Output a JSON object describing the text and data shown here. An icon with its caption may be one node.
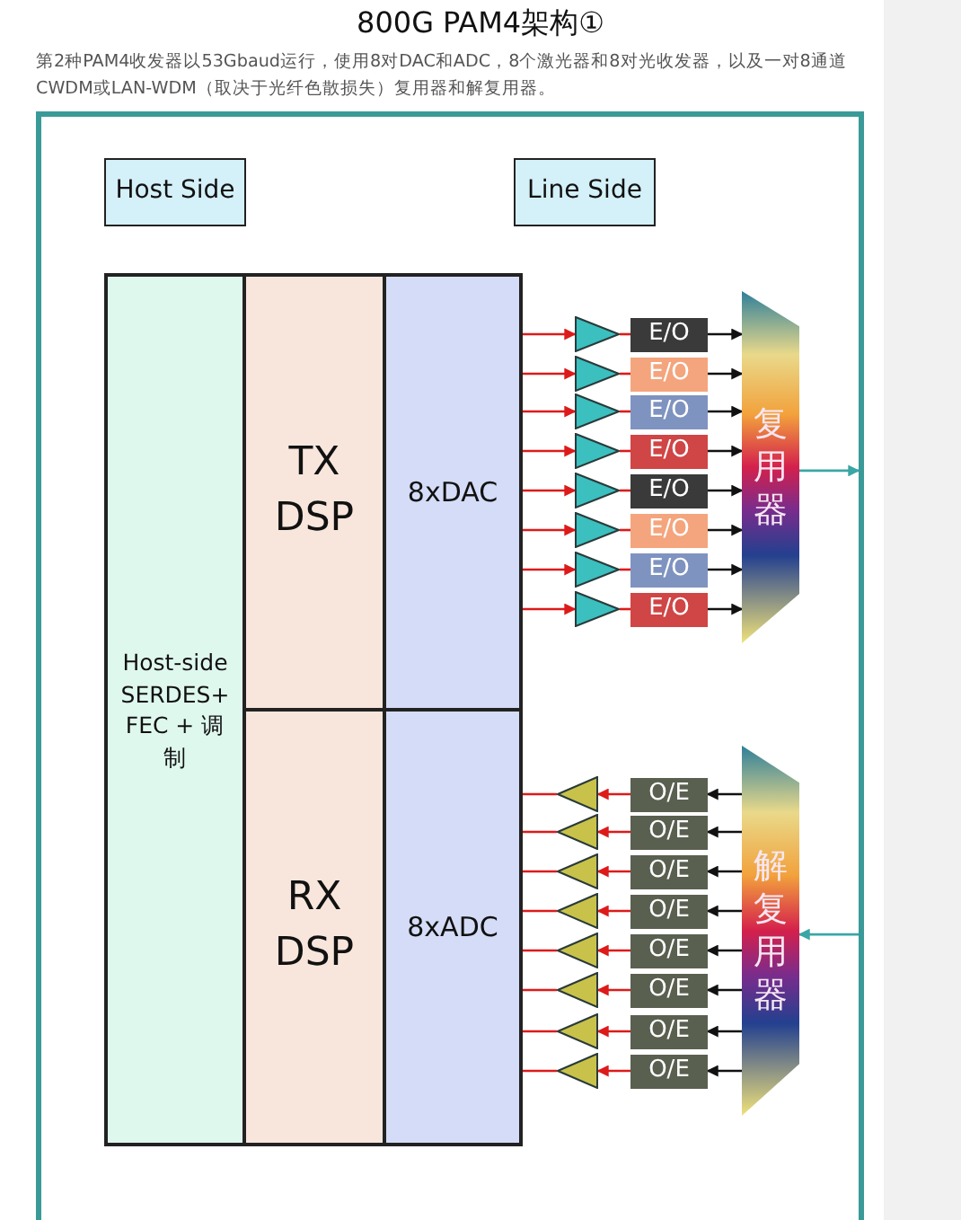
{
  "diagram": {
    "title": "800G PAM4架构①",
    "caption": "第2种PAM4收发器以53Gbaud运行，使用8对DAC和ADC，8个激光器和8对光收发器，以及一对8通道CWDM或LAN-WDM（取决于光纤色散损失）复用器和解复用器。",
    "nodes": [
      {
        "text": [
          "Host Side"
        ]
      },
      {
        "text": [
          "Line Side"
        ]
      },
      {
        "text": [
          "Host-side SERDES+ FEC + 调制"
        ]
      },
      {
        "text": [
          "TX DSP"
        ]
      },
      {
        "text": [
          "8xDAC"
        ]
      },
      {
        "text": [
          "RX DSP"
        ]
      },
      {
        "text": [
          "8xADC"
        ]
      },
      {
        "text": [],
        "shape": "triangle"
      },
      {
        "text": [],
        "shape": "triangle"
      },
      {
        "text": [],
        "shape": "triangle"
      },
      {
        "text": [],
        "shape": "triangle"
      },
      {
        "text": [],
        "shape": "triangle"
      },
      {
        "text": [],
        "shape": "triangle"
      },
      {
        "text": [],
        "shape": "triangle"
      },
      {
        "text": [],
        "shape": "triangle"
      },
      {
        "text": [
          "E/O"
        ]
      },
      {
        "text": [
          "E/O"
        ]
      },
      {
        "text": [
          "E/O"
        ]
      },
      {
        "text": [
          "E/O"
        ]
      },
      {
        "text": [
          "E/O"
        ]
      },
      {
        "text": [
          "E/O"
        ]
      },
      {
        "text": [
          "E/O"
        ]
      },
      {
        "text": [
          "E/O"
        ]
      },
      {
        "text": [
          "复用器"
        ]
      },
      {
        "text": [],
        "shape": "triangle"
      },
      {
        "text": [],
        "shape": "triangle"
      },
      {
        "text": [],
        "shape": "triangle"
      },
      {
        "text": [],
        "shape": "triangle"
      },
      {
        "text": [],
        "shape": "triangle"
      },
      {
        "text": [],
        "shape": "triangle"
      },
      {
        "text": [],
        "shape": "triangle"
      },
      {
        "text": [],
        "shape": "triangle"
      },
      {
        "text": [
          "O/E"
        ]
      },
      {
        "text": [
          "O/E"
        ]
      },
      {
        "text": [
          "O/E"
        ]
      },
      {
        "text": [
          "O/E"
        ]
      },
      {
        "text": [
          "O/E"
        ]
      },
      {
        "text": [
          "O/E"
        ]
      },
      {
        "text": [
          "O/E"
        ]
      },
      {
        "text": [
          "O/E"
        ]
      },
      {
        "text": [
          "解复用器"
        ]
      }
    ],
    "edges": [
      {
        "from": 4,
        "to": 7,
        "arrow": "to"
      },
      {
        "from": 4,
        "to": 8,
        "arrow": "to"
      },
      {
        "from": 4,
        "to": 9,
        "arrow": "to"
      },
      {
        "from": 4,
        "to": 10,
        "arrow": "to"
      },
      {
        "from": 4,
        "to": 11,
        "arrow": "to"
      },
      {
        "from": 4,
        "to": 12,
        "arrow": "to"
      },
      {
        "from": 4,
        "to": 13,
        "arrow": "to"
      },
      {
        "from": 4,
        "to": 14,
        "arrow": "to"
      },
      {
        "from": 7,
        "to": 15,
        "arrow": "none"
      },
      {
        "from": 8,
        "to": 16,
        "arrow": "none"
      },
      {
        "from": 9,
        "to": 17,
        "arrow": "none"
      },
      {
        "from": 10,
        "to": 18,
        "arrow": "none"
      },
      {
        "from": 11,
        "to": 19,
        "arrow": "none"
      },
      {
        "from": 12,
        "to": 20,
        "arrow": "none"
      },
      {
        "from": 13,
        "to": 21,
        "arrow": "none"
      },
      {
        "from": 14,
        "to": 22,
        "arrow": "none"
      },
      {
        "from": 15,
        "to": 23,
        "arrow": "to",
        "color": "#111111"
      },
      {
        "from": 16,
        "to": 23,
        "arrow": "to",
        "color": "#111111"
      },
      {
        "from": 17,
        "to": 23,
        "arrow": "to",
        "color": "#111111"
      },
      {
        "from": 18,
        "to": 23,
        "arrow": "to",
        "color": "#111111"
      },
      {
        "from": 19,
        "to": 23,
        "arrow": "to",
        "color": "#111111"
      },
      {
        "from": 20,
        "to": 23,
        "arrow": "to",
        "color": "#111111"
      },
      {
        "from": 21,
        "to": 23,
        "arrow": "to",
        "color": "#111111"
      },
      {
        "from": 22,
        "to": 23,
        "arrow": "to",
        "color": "#111111"
      },
      {
        "from": 23,
        "to": null,
        "arrow": "to",
        "color": "#3aa6a6"
      },
      {
        "from": null,
        "to": 40,
        "arrow": "to",
        "color": "#3aa6a6"
      },
      {
        "from": 40,
        "to": 32,
        "arrow": "to",
        "color": "#111111"
      },
      {
        "from": 40,
        "to": 33,
        "arrow": "to",
        "color": "#111111"
      },
      {
        "from": 40,
        "to": 34,
        "arrow": "to",
        "color": "#111111"
      },
      {
        "from": 40,
        "to": 35,
        "arrow": "to",
        "color": "#111111"
      },
      {
        "from": 40,
        "to": 36,
        "arrow": "to",
        "color": "#111111"
      },
      {
        "from": 40,
        "to": 37,
        "arrow": "to",
        "color": "#111111"
      },
      {
        "from": 40,
        "to": 38,
        "arrow": "to",
        "color": "#111111"
      },
      {
        "from": 40,
        "to": 39,
        "arrow": "to",
        "color": "#111111"
      },
      {
        "from": 32,
        "to": 24,
        "arrow": "to"
      },
      {
        "from": 33,
        "to": 25,
        "arrow": "to"
      },
      {
        "from": 34,
        "to": 26,
        "arrow": "to"
      },
      {
        "from": 35,
        "to": 27,
        "arrow": "to"
      },
      {
        "from": 36,
        "to": 28,
        "arrow": "to"
      },
      {
        "from": 37,
        "to": 29,
        "arrow": "to"
      },
      {
        "from": 38,
        "to": 30,
        "arrow": "to"
      },
      {
        "from": 39,
        "to": 31,
        "arrow": "to"
      },
      {
        "from": 24,
        "to": 6,
        "arrow": "none"
      },
      {
        "from": 25,
        "to": 6,
        "arrow": "none"
      },
      {
        "from": 26,
        "to": 6,
        "arrow": "none"
      },
      {
        "from": 27,
        "to": 6,
        "arrow": "none"
      },
      {
        "from": 28,
        "to": 6,
        "arrow": "none"
      },
      {
        "from": 29,
        "to": 6,
        "arrow": "none"
      },
      {
        "from": 30,
        "to": 6,
        "arrow": "none"
      },
      {
        "from": 31,
        "to": 6,
        "arrow": "none"
      }
    ]
  }
}
